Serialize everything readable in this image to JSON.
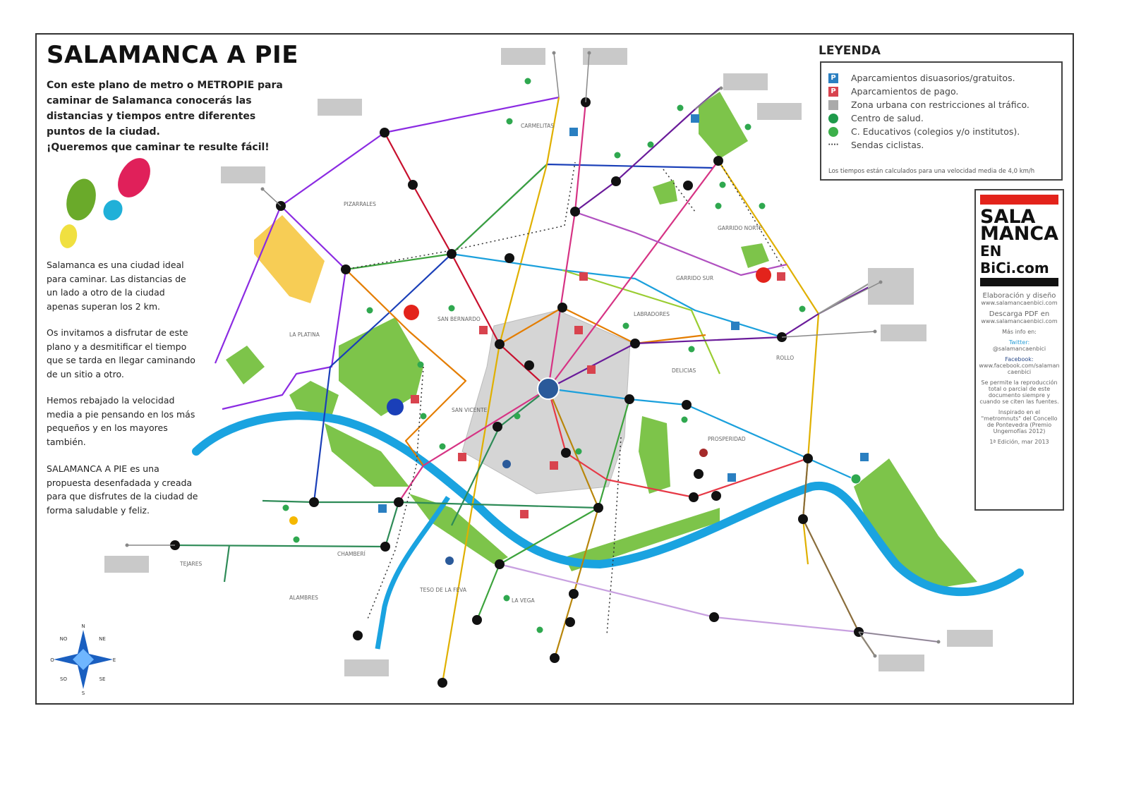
{
  "title": "SALAMANCA A PIE",
  "intro": [
    "Con este plano de metro o METROPIE para",
    "caminar de Salamanca conocerás las",
    "distancias y tiempos entre diferentes",
    "puntos de la ciudad.",
    "¡Queremos que caminar te resulte fácil!"
  ],
  "paragraphs": [
    "Salamanca es una ciudad ideal para caminar. Las distancias de un lado a otro de la ciudad apenas superan los 2 km.",
    "Os invitamos a disfrutar de este plano y a desmitificar el tiempo que se tarda en llegar caminando de un sitio a otro.",
    "Hemos rebajado la velocidad media a pie pensando en los más pequeños y en los mayores también.",
    "SALAMANCA A PIE es una propuesta desenfadada y creada para que disfrutes de la ciudad de forma saludable y feliz."
  ],
  "legend": {
    "title": "LEYENDA",
    "items": [
      {
        "label": "Aparcamientos disuasorios/gratuitos.",
        "icon": "parking-free-icon",
        "color": "#2a7fc1",
        "glyph": "P"
      },
      {
        "label": "Aparcamientos de pago.",
        "icon": "parking-paid-icon",
        "color": "#d8434e",
        "glyph": "P"
      },
      {
        "label": "Zona urbana con restricciones al tráfico.",
        "icon": "restricted-zone-icon",
        "color": "#aaaaaa",
        "glyph": ""
      },
      {
        "label": "Centro de salud.",
        "icon": "health-center-icon",
        "color": "#1e9a4a",
        "glyph": ""
      },
      {
        "label": "C. Educativos (colegios y/o institutos).",
        "icon": "school-icon",
        "color": "#3cb04a",
        "glyph": ""
      },
      {
        "label": "Sendas ciclistas.",
        "icon": "bike-path-icon",
        "color": "#333333",
        "glyph": "····"
      }
    ],
    "note": "Los tiempos están calculados para una velocidad media de 4,0 km/h"
  },
  "brand": {
    "logo": [
      "SALA",
      "MANCA",
      "EN BiCi.com"
    ],
    "lines": [
      "Elaboración y diseño",
      "www.salamancaenbici.com",
      "Descarga PDF en",
      "www.salamancaenbici.com",
      "Más info en:",
      "Twitter:",
      "@salamancaenbici",
      "Facebook:",
      "www.facebook.com/salamancaenbici",
      "Se permite la reproducción total o parcial de este documento siempre y cuando se citen las fuentes.",
      "Inspirado en el \"metromnuts\" del Concello de Pontevedra (Premio Ungemofías 2012)",
      "1ª Edición, mar 2013"
    ]
  },
  "neighborhoods": [
    "CARMELITAS",
    "PIZARRALES",
    "SAN BERNARDO",
    "SAN VICENTE",
    "LABRADORES",
    "GARRIDO NORTE",
    "GARRIDO SUR",
    "DELICIAS",
    "PROSPERIDAD",
    "ROLLO",
    "TEJARES",
    "CHAMBERÍ",
    "LA VEGA",
    "LA PLATINA",
    "TESO DE LA FEVA",
    "ALAMBRES"
  ],
  "compass": [
    "N",
    "NE",
    "E",
    "SE",
    "S",
    "SO",
    "O",
    "NO"
  ],
  "colors": {
    "river": "#1aa3e0",
    "park": "#7dc44a",
    "zone": "#d5d5d5",
    "yellow_area": "#f7cd55"
  }
}
